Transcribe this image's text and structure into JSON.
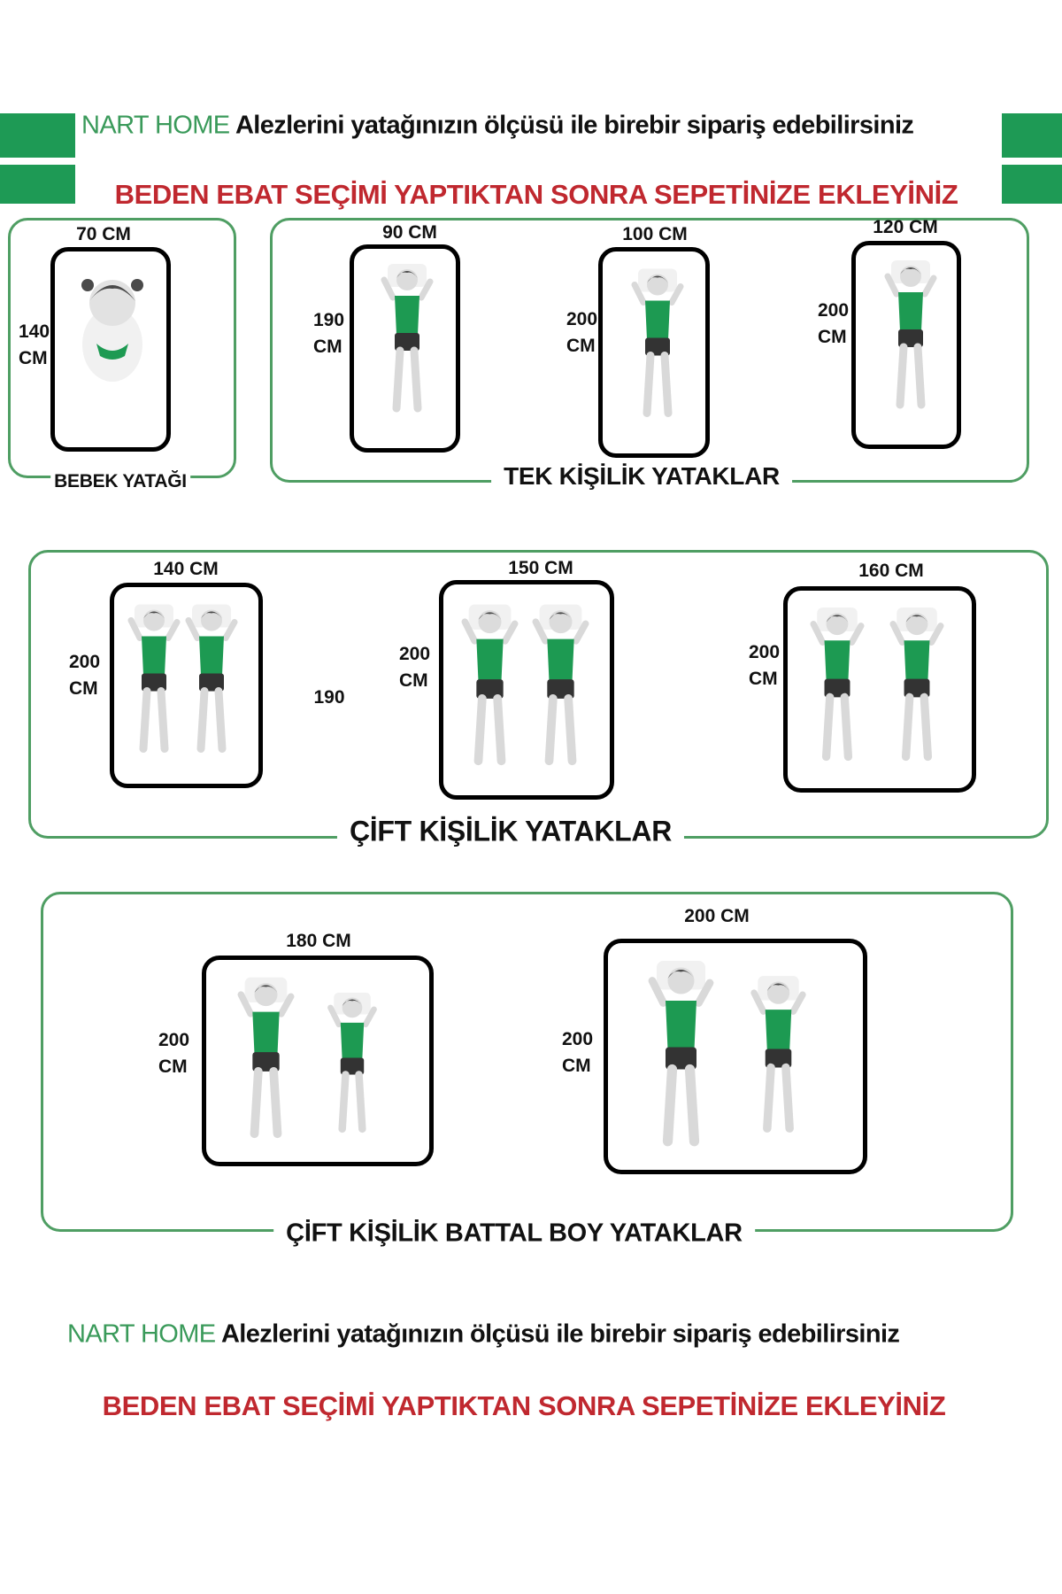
{
  "header": {
    "brand": "NART HOME",
    "tagline": "Alezlerini yatağınızın ölçüsü ile birebir sipariş edebilirsiniz",
    "notice": "BEDEN EBAT SEÇİMİ YAPTIKTAN SONRA SEPETİNİZE EKLEYİNİZ"
  },
  "groups": {
    "baby": {
      "label": "BEBEK YATAĞI",
      "beds": [
        {
          "width": "70 CM",
          "length": "140",
          "unit": "CM"
        }
      ]
    },
    "single": {
      "label": "TEK KİŞİLİK YATAKLAR",
      "beds": [
        {
          "width": "90 CM",
          "length": "190",
          "unit": "CM"
        },
        {
          "width": "100 CM",
          "length": "200",
          "unit": "CM"
        },
        {
          "width": "120 CM",
          "length": "200",
          "unit": "CM"
        }
      ]
    },
    "double": {
      "label": "ÇİFT KİŞİLİK YATAKLAR",
      "extra_note": "190",
      "beds": [
        {
          "width": "140 CM",
          "length": "200",
          "unit": "CM"
        },
        {
          "width": "150 CM",
          "length": "200",
          "unit": "CM"
        },
        {
          "width": "160 CM",
          "length": "200",
          "unit": "CM"
        }
      ]
    },
    "kingsize": {
      "label": "ÇİFT KİŞİLİK BATTAL BOY YATAKLAR",
      "beds": [
        {
          "width": "180 CM",
          "length": "200",
          "unit": "CM"
        },
        {
          "width": "200 CM",
          "length": "200",
          "unit": "CM"
        }
      ]
    }
  },
  "footer": {
    "brand": "NART HOME",
    "tagline": "Alezlerini yatağınızın ölçüsü ile birebir sipariş edebilirsiniz",
    "notice": "BEDEN EBAT SEÇİMİ YAPTIKTAN SONRA SEPETİNİZE EKLEYİNİZ"
  },
  "colors": {
    "brand_green": "#1e9a55",
    "notice_red": "#c0282f",
    "frame_green": "#4f9e63"
  }
}
